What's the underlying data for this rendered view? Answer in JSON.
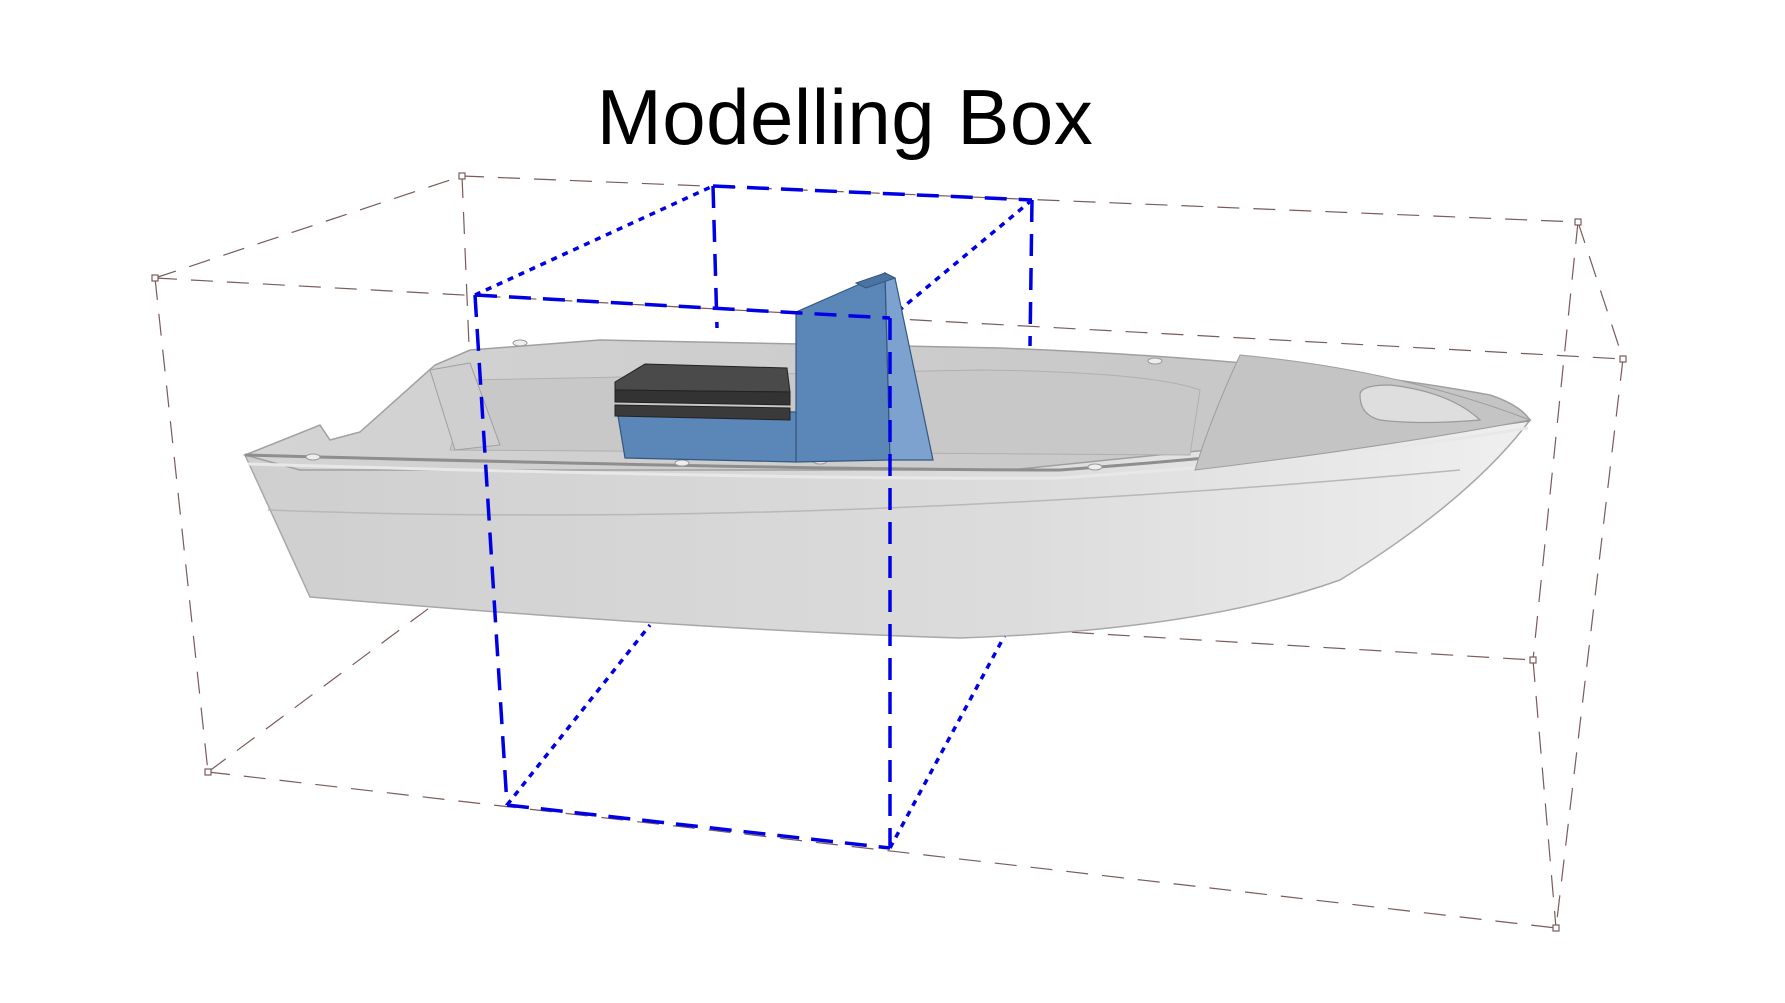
{
  "title": "Modelling Box",
  "colors": {
    "background": "#ffffff",
    "outer_box": "#7a5a5a",
    "modelling_box": "#0000e6",
    "hull": "#d6d6d6",
    "console": "#5b86b8",
    "seat": "#404040"
  },
  "icons": [
    "boat-hull",
    "center-console",
    "seat-cushion"
  ]
}
